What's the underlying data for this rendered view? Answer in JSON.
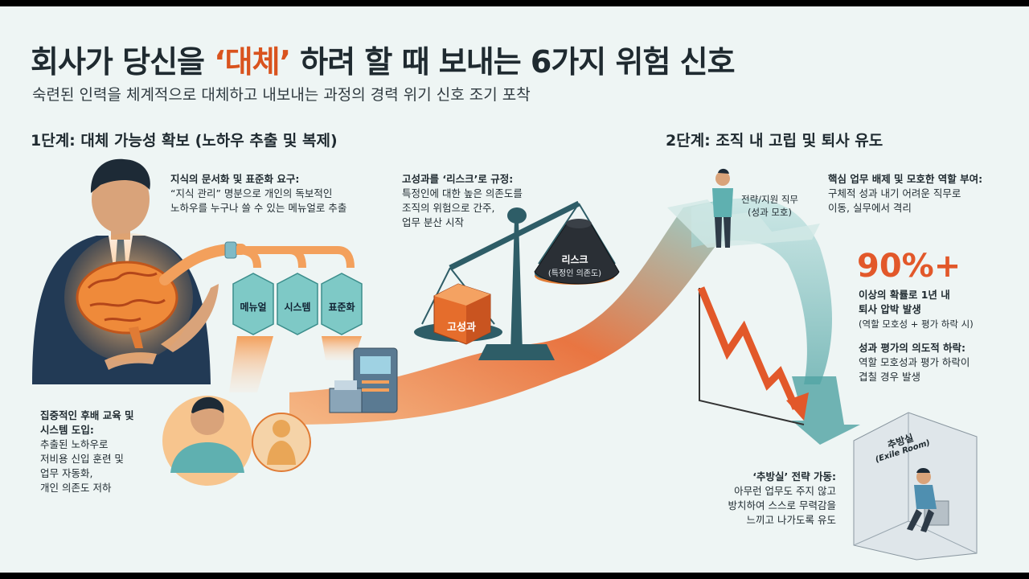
{
  "header": {
    "title_before": "회사가 당신을 ",
    "title_highlight": "‘대체’",
    "title_after": " 하려 할 때 보내는 6가지 위험 신호",
    "subtitle": "숙련된 인력을 체계적으로 대체하고 내보내는 과정의 경력 위기 신호 조기 포착"
  },
  "stage1": {
    "title": "1단계: 대체 가능성 확보 (노하우 추출 및 복제)",
    "knowledge": {
      "heading": "지식의 문서화 및 표준화 요구:",
      "lines": [
        "“지식 관리” 명분으로 개인의 독보적인",
        "노하우를 누구나 쓸 수 있는 메뉴얼로 추출"
      ]
    },
    "boxes": [
      "메뉴얼",
      "시스템",
      "표준화"
    ],
    "risk": {
      "heading": "고성과를 ‘리스크’로 규정:",
      "lines": [
        "특정인에 대한 높은 의존도를",
        "조직의 위험으로 간주,",
        "업무 분산 시작"
      ]
    },
    "scale": {
      "high_perf": "고성과",
      "risk_title": "리스크",
      "risk_sub": "(특정인 의존도)"
    },
    "training": {
      "heading_lines": [
        "집중적인 후배 교육 및",
        "시스템 도입:"
      ],
      "lines": [
        "추출된 노하우로",
        "저비용 신입 훈련 및",
        "업무 자동화,",
        "개인 의존도 저하"
      ]
    }
  },
  "stage2": {
    "title": "2단계: 조직 내 고립 및 퇴사 유도",
    "person_label": [
      "전략/지원 직무",
      "(성과 모호)"
    ],
    "exclusion": {
      "heading": "핵심 업무 배제 및 모호한 역할 부여:",
      "lines": [
        "구체적 성과 내기 어려운 직무로",
        "이동, 실무에서 격리"
      ]
    },
    "stat": {
      "value": "90%+",
      "heading_lines": [
        "이상의 확률로 1년 내",
        "퇴사 압박 발생"
      ],
      "note": "(역할 모호성 + 평가 하락 시)"
    },
    "evaluation": {
      "heading": "성과 평가의 의도적 하락:",
      "lines": [
        "역할 모호성과 평가 하락이",
        "겹칠 경우 발생"
      ]
    },
    "exile": {
      "heading": "‘추방실’ 전략 가동:",
      "lines": [
        "아무런 업무도 주지 않고",
        "방치하여 스스로 무력감을",
        "느끼고 나가도록 유도"
      ],
      "room_label": "추방실",
      "room_sub": "(Exile Room)"
    }
  },
  "colors": {
    "accent": "#e2582a",
    "teal": "#5fb0b0",
    "background": "#eef5f4"
  }
}
